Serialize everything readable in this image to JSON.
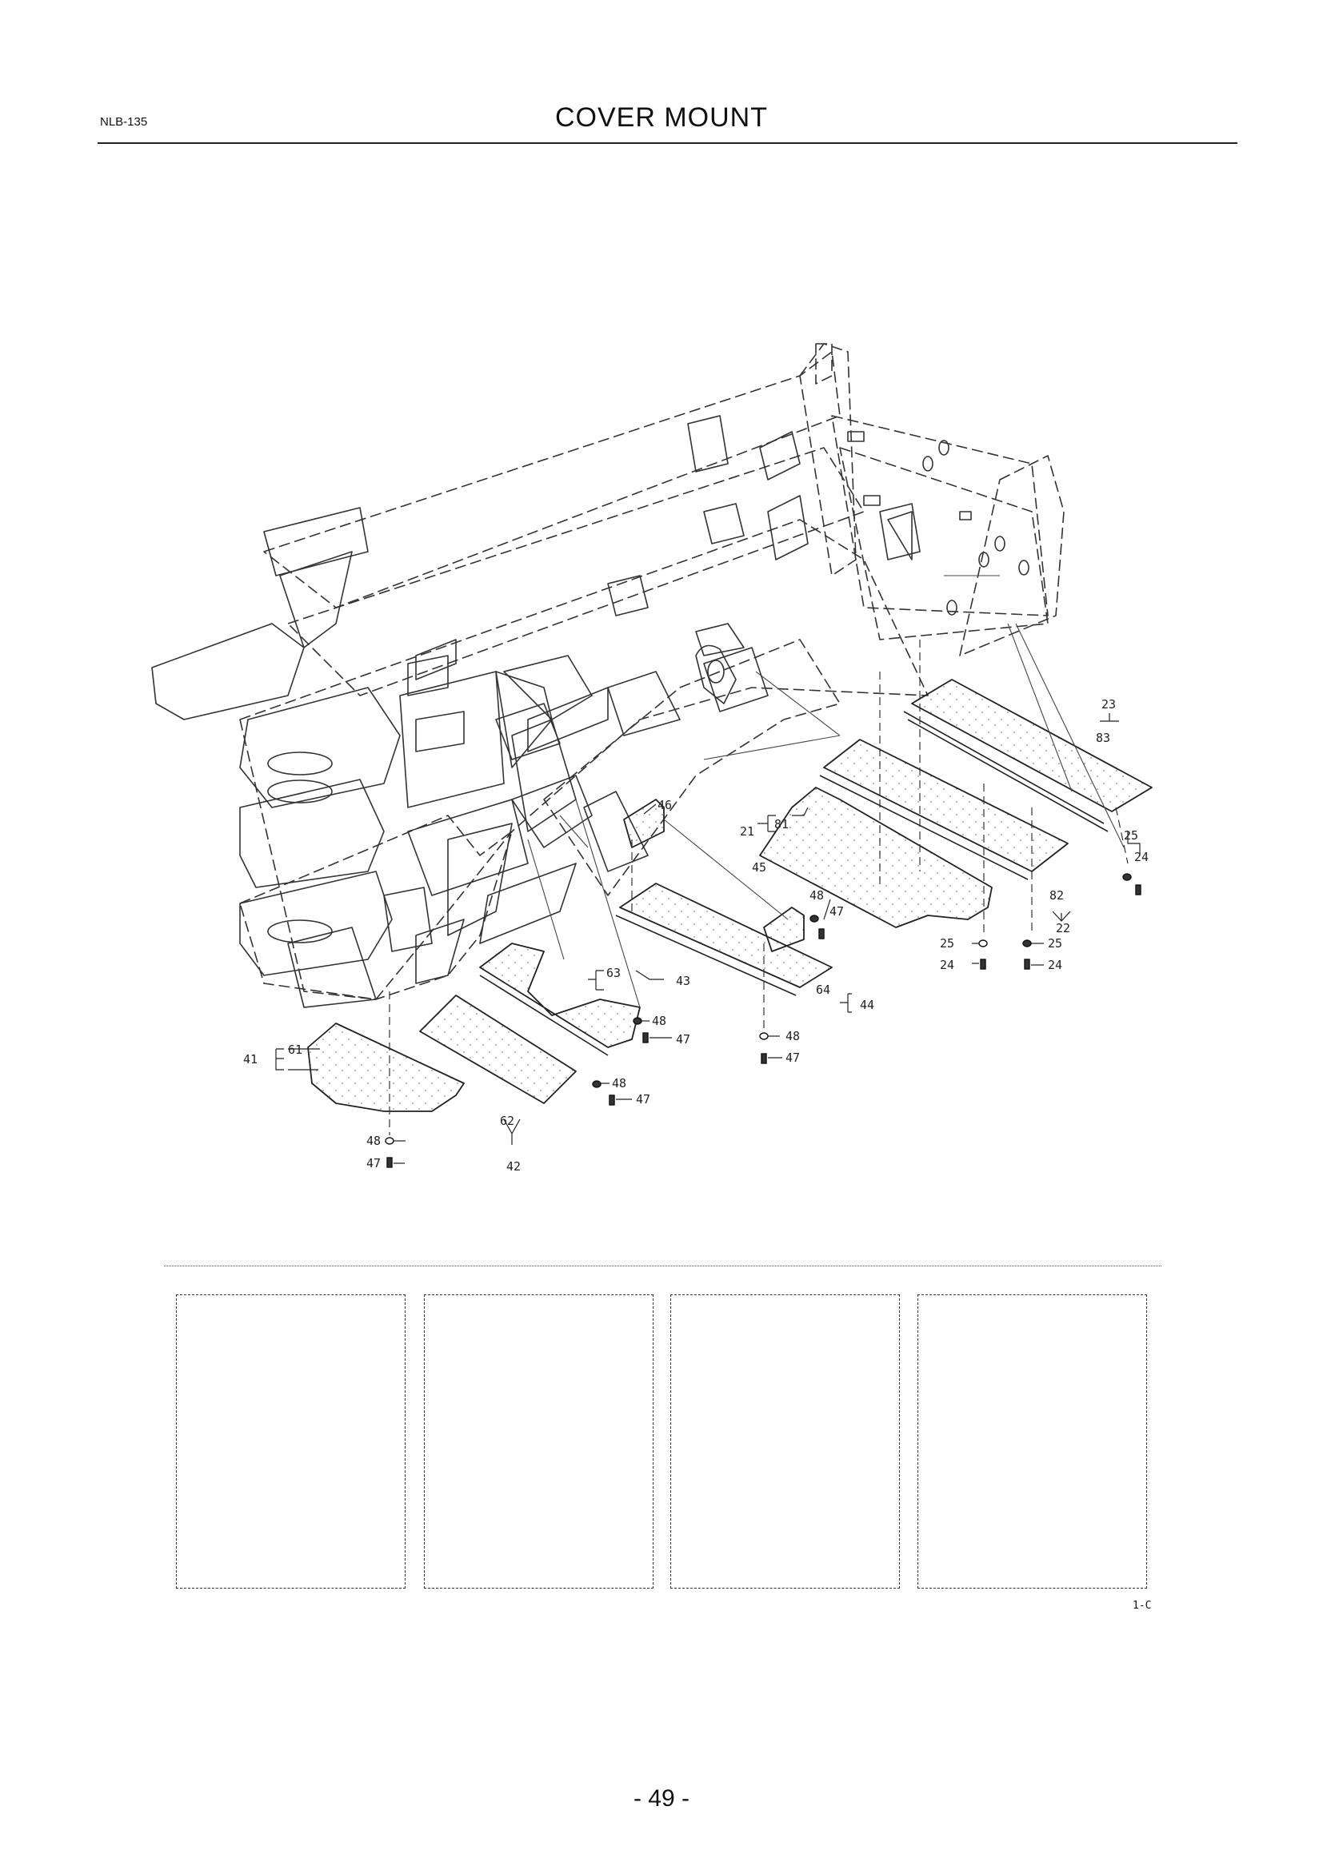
{
  "header": {
    "code": "NLB-135",
    "title": "COVER MOUNT"
  },
  "callouts": {
    "c21": "21",
    "c22": "22",
    "c23": "23",
    "c24a": "24",
    "c24b": "24",
    "c24c": "24",
    "c25a": "25",
    "c25b": "25",
    "c25c": "25",
    "c41": "41",
    "c42": "42",
    "c43": "43",
    "c44": "44",
    "c45": "45",
    "c46": "46",
    "c47a": "47",
    "c47b": "47",
    "c47c": "47",
    "c47d": "47",
    "c47e": "47",
    "c48a": "48",
    "c48b": "48",
    "c48c": "48",
    "c48d": "48",
    "c48e": "48",
    "c61": "61",
    "c62": "62",
    "c63": "63",
    "c64": "64",
    "c81": "81",
    "c82": "82",
    "c83": "83"
  },
  "footer": {
    "revision_code": "1-C",
    "page_number": "- 49 -"
  }
}
